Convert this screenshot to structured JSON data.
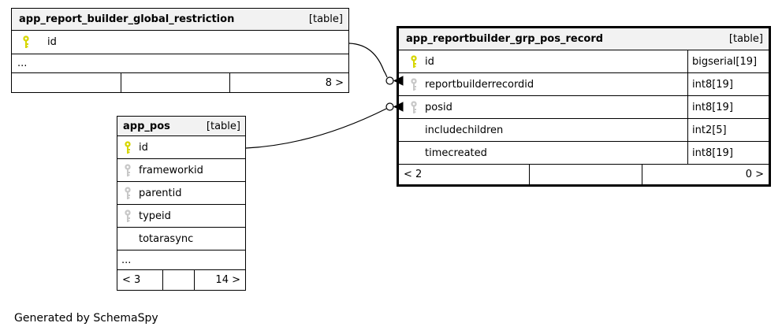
{
  "theme": {
    "canvas_bg": "#ffffff",
    "border_color": "#000000",
    "header_bg": "#f2f2f2",
    "pk_key_color": "#d6d600",
    "fk_key_color": "#c8c8c8",
    "text_color": "#000000"
  },
  "credit": "Generated by SchemaSpy",
  "tables": [
    {
      "title": "app_report_builder_global_restriction",
      "badge": "[table]",
      "rows": [
        {
          "name": "id",
          "type": "",
          "key": "pk"
        }
      ],
      "ellipsis": "...",
      "footer": {
        "left": "",
        "middle": "",
        "right": "8 >"
      }
    },
    {
      "title": "app_reportbuilder_grp_pos_record",
      "badge": "[table]",
      "rows": [
        {
          "name": "id",
          "type": "bigserial[19]",
          "key": "pk"
        },
        {
          "name": "reportbuilderrecordid",
          "type": "int8[19]",
          "key": "fk"
        },
        {
          "name": "posid",
          "type": "int8[19]",
          "key": "fk"
        },
        {
          "name": "includechildren",
          "type": "int2[5]",
          "key": ""
        },
        {
          "name": "timecreated",
          "type": "int8[19]",
          "key": ""
        }
      ],
      "footer": {
        "left": "< 2",
        "middle": "",
        "right": "0 >"
      }
    },
    {
      "title": "app_pos",
      "badge": "[table]",
      "rows": [
        {
          "name": "id",
          "type": "",
          "key": "pk"
        },
        {
          "name": "frameworkid",
          "type": "",
          "key": "fk"
        },
        {
          "name": "parentid",
          "type": "",
          "key": "fk"
        },
        {
          "name": "typeid",
          "type": "",
          "key": "fk"
        },
        {
          "name": "totarasync",
          "type": "",
          "key": ""
        }
      ],
      "ellipsis": "...",
      "footer": {
        "left": "< 3",
        "middle": "",
        "right": "14 >"
      }
    }
  ],
  "relationships": [
    {
      "from": "app_report_builder_global_restriction.id",
      "to": "app_reportbuilder_grp_pos_record.reportbuilderrecordid"
    },
    {
      "from": "app_pos.id",
      "to": "app_reportbuilder_grp_pos_record.posid"
    }
  ]
}
